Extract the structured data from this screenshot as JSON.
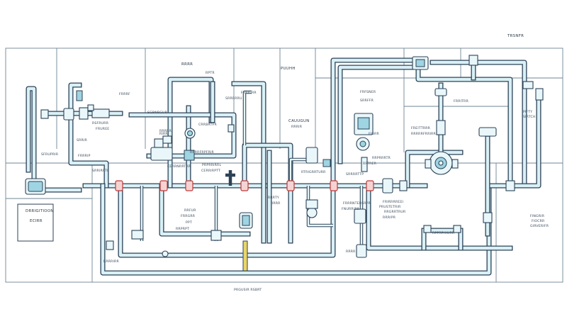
{
  "diagram": {
    "labels": {
      "top_right_corner": "TRSNFR",
      "top_center": "RRRR",
      "upper_center": "PUUHH",
      "left_box_line1": "DRRIGITIOON",
      "left_box_line2": "ECIRR",
      "valve_label": "CAUUGUN",
      "valve_label_sub": "RRRIR",
      "right_box_line1": "FRFSNER",
      "right_box_line2": "SRRFFR",
      "bottom_outlet": "PRGUSIR RSBRT",
      "right_panel_line1": "FINGRIR",
      "right_panel_line2": "FIOCRR",
      "right_panel_line3": "GIRVERIFR",
      "right_side_line1": "PIFTY",
      "right_side_line2": "SIRTCH",
      "small_labels": [
        "FRRRF",
        "RSFRURR",
        "FRUREE",
        "SGRNRGUR",
        "RRRRR",
        "SRRIR",
        "SFRUPRIR",
        "FRRRIP",
        "SRRIRRTI",
        "CRRBRTFR",
        "SRRRRRU",
        "FRRIGRR",
        "RRRRFRPFRIR",
        "PRPRRIRRL",
        "CERRIRPTT",
        "CERRNRRTRR",
        "RTRIGRRTURR",
        "SRRRRTTP",
        "RRFUR",
        "FRRGRR",
        "PPT",
        "RRPRPT",
        "RRRTY",
        "RRRR",
        "FRIRRRREEI",
        "PRUSTETRIR",
        "RRGRRTRUR",
        "RRRIPR",
        "FRRRNTERSRPR",
        "FNURRIRR",
        "FREITTRRR",
        "RRRRRFRRIRR",
        "FRRITRR",
        "RRPRRRTR",
        "RPPRPHIURR",
        "RRRRIRR",
        "RRRR",
        "FIGRR",
        "RIRR",
        "RFTRER",
        "RPTR"
      ]
    },
    "colors": {
      "pipe_outline": "#2c4256",
      "pipe_fill": "#d9f0f6",
      "flange_red": "#c03a3a",
      "frame_line": "#6f8595",
      "drain_yellow": "#e9d56a"
    }
  }
}
